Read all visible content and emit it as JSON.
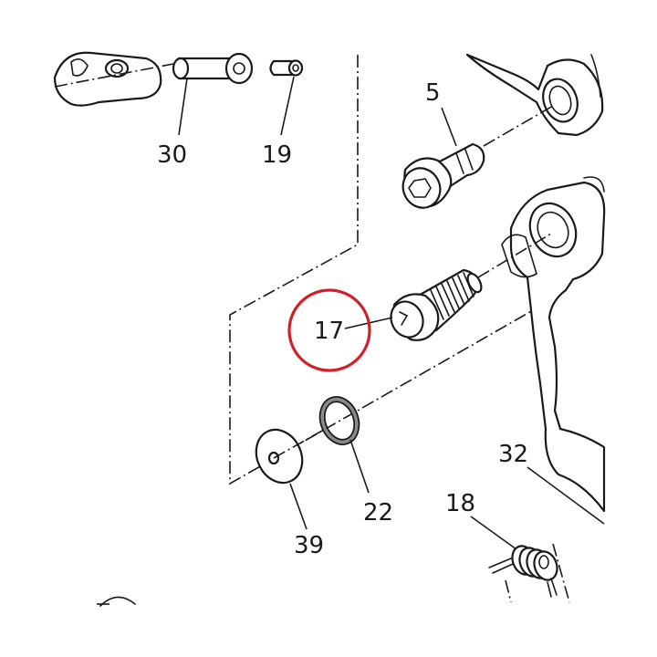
{
  "diagram": {
    "callouts": [
      {
        "id": "callout-30",
        "label": "30"
      },
      {
        "id": "callout-19",
        "label": "19"
      },
      {
        "id": "callout-5",
        "label": "5"
      },
      {
        "id": "callout-17",
        "label": "17"
      },
      {
        "id": "callout-22",
        "label": "22"
      },
      {
        "id": "callout-39",
        "label": "39"
      },
      {
        "id": "callout-32",
        "label": "32"
      },
      {
        "id": "callout-18",
        "label": "18"
      }
    ],
    "highlight": {
      "label": "17",
      "color": "#d0202a"
    },
    "colors": {
      "ink": "#1a1a1a",
      "ring_gray": "#8a8a8a",
      "background": "#ffffff"
    }
  }
}
